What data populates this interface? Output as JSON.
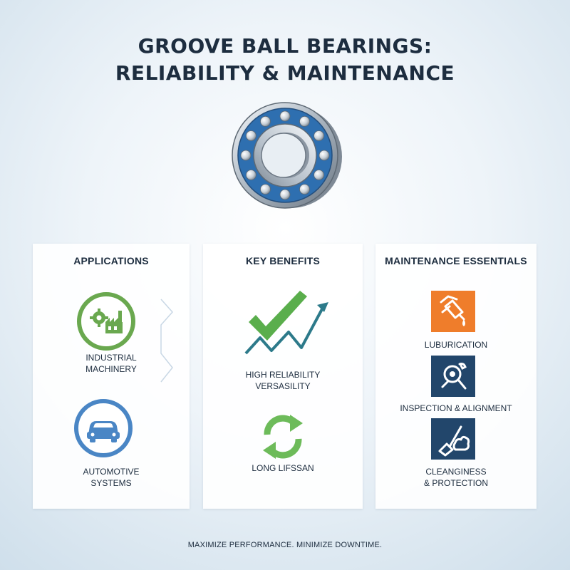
{
  "title": {
    "line1": "GROOVE BALL BEARINGS:",
    "line2": "RELIABILITY & MAINTENANCE"
  },
  "bearing_image": {
    "icon": "ball-bearing-icon"
  },
  "applications": {
    "heading": "APPLICATIONS",
    "items": [
      {
        "line1": "INDUSTRIAL",
        "line2": "MACHINERY",
        "icon": "factory-gear-icon",
        "color": "#6aa84f"
      },
      {
        "line1": "AUTOMOTIVE",
        "line2": "SYSTEMS",
        "icon": "car-icon",
        "color": "#4a86c5"
      }
    ]
  },
  "benefits": {
    "heading": "KEY BENEFITS",
    "items": [
      {
        "line1": "HIGH RELIABILITY",
        "line2": "VERSASILITY",
        "icon": "checkmark-trend-icon",
        "color": "#5aae4c"
      },
      {
        "line1": "LONG LIFSSAN",
        "icon": "cycle-arrows-icon",
        "color": "#6dbb5a"
      }
    ]
  },
  "maintenance": {
    "heading": "MAINTENANCE ESSENTIALS",
    "items": [
      {
        "label": "LUBURICATION",
        "icon": "oil-can-icon",
        "color": "#ef7d2b"
      },
      {
        "label": "INSPECTION & ALIGNMENT",
        "icon": "wrench-magnifier-icon",
        "color": "#22466b"
      },
      {
        "line1": "CLEANGINESS",
        "line2": "& PROTECTION",
        "icon": "brush-shield-icon",
        "color": "#22466b"
      }
    ]
  },
  "footer": "MAXIMIZE PERFORMANCE. MINIMIZE DOWNTIME."
}
